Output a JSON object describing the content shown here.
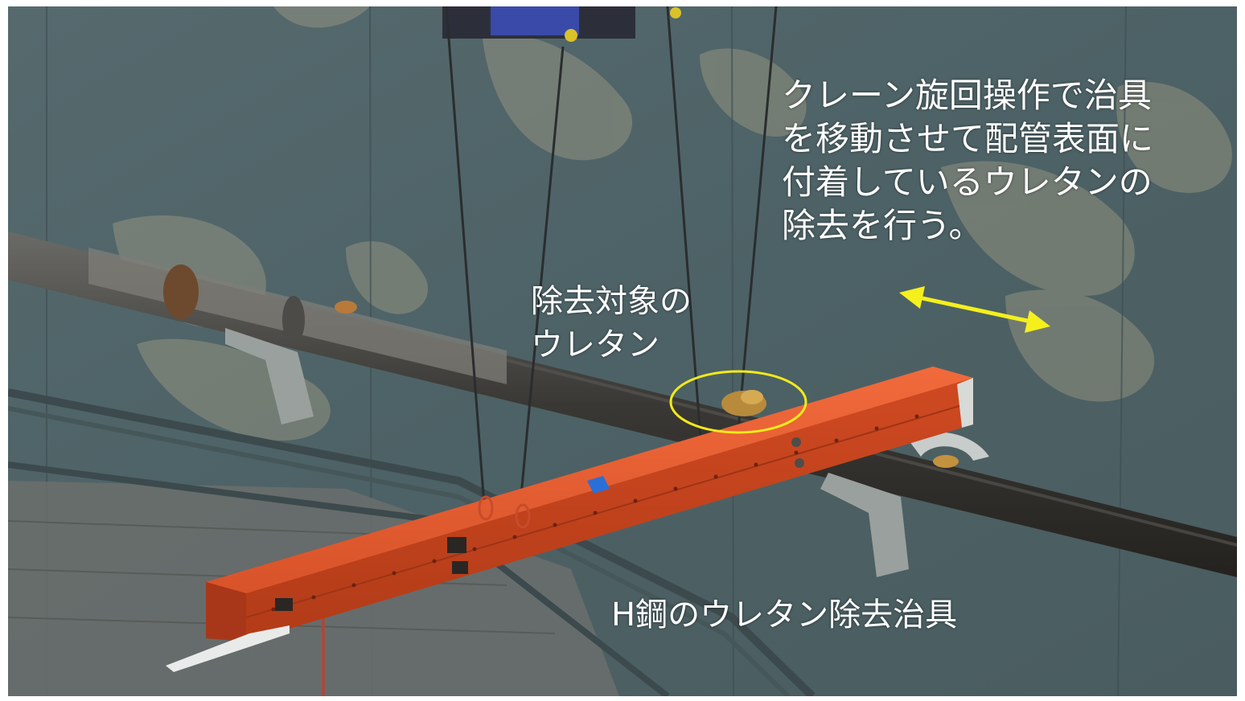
{
  "annotations": {
    "operation_note": "クレーン旋回操作で治具\nを移動させて配管表面に\n付着しているウレタンの\n除去を行う。",
    "target_label": "除去対象の\nウレタン",
    "jig_label": "H鋼のウレタン除去治具"
  },
  "colors": {
    "annotation_text": "#ffffff",
    "highlight_ellipse": "#f2ea1a",
    "arrow": "#f5f01c",
    "beam": "#e0582c",
    "wall": "#51666a"
  },
  "icons": {
    "movement_arrow": "double-headed-arrow-icon",
    "target_marker": "ellipse-highlight-icon"
  }
}
